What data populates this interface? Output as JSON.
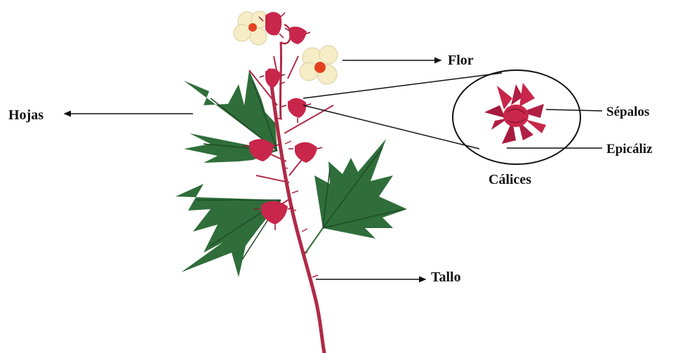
{
  "labels": {
    "flor": "Flor",
    "hojas": "Hojas",
    "sepalos": "Sépalos",
    "epicaliz": "Epicáliz",
    "calices": "Cálices",
    "tallo": "Tallo"
  },
  "colors": {
    "stem": "#b02a46",
    "leaf": "#2f6e3a",
    "leaf_light": "#4d8f55",
    "calyx": "#c8264a",
    "calyx_dark": "#8e1533",
    "petal": "#f6edc6",
    "flower_center": "#e4421f",
    "line": "#111111"
  }
}
